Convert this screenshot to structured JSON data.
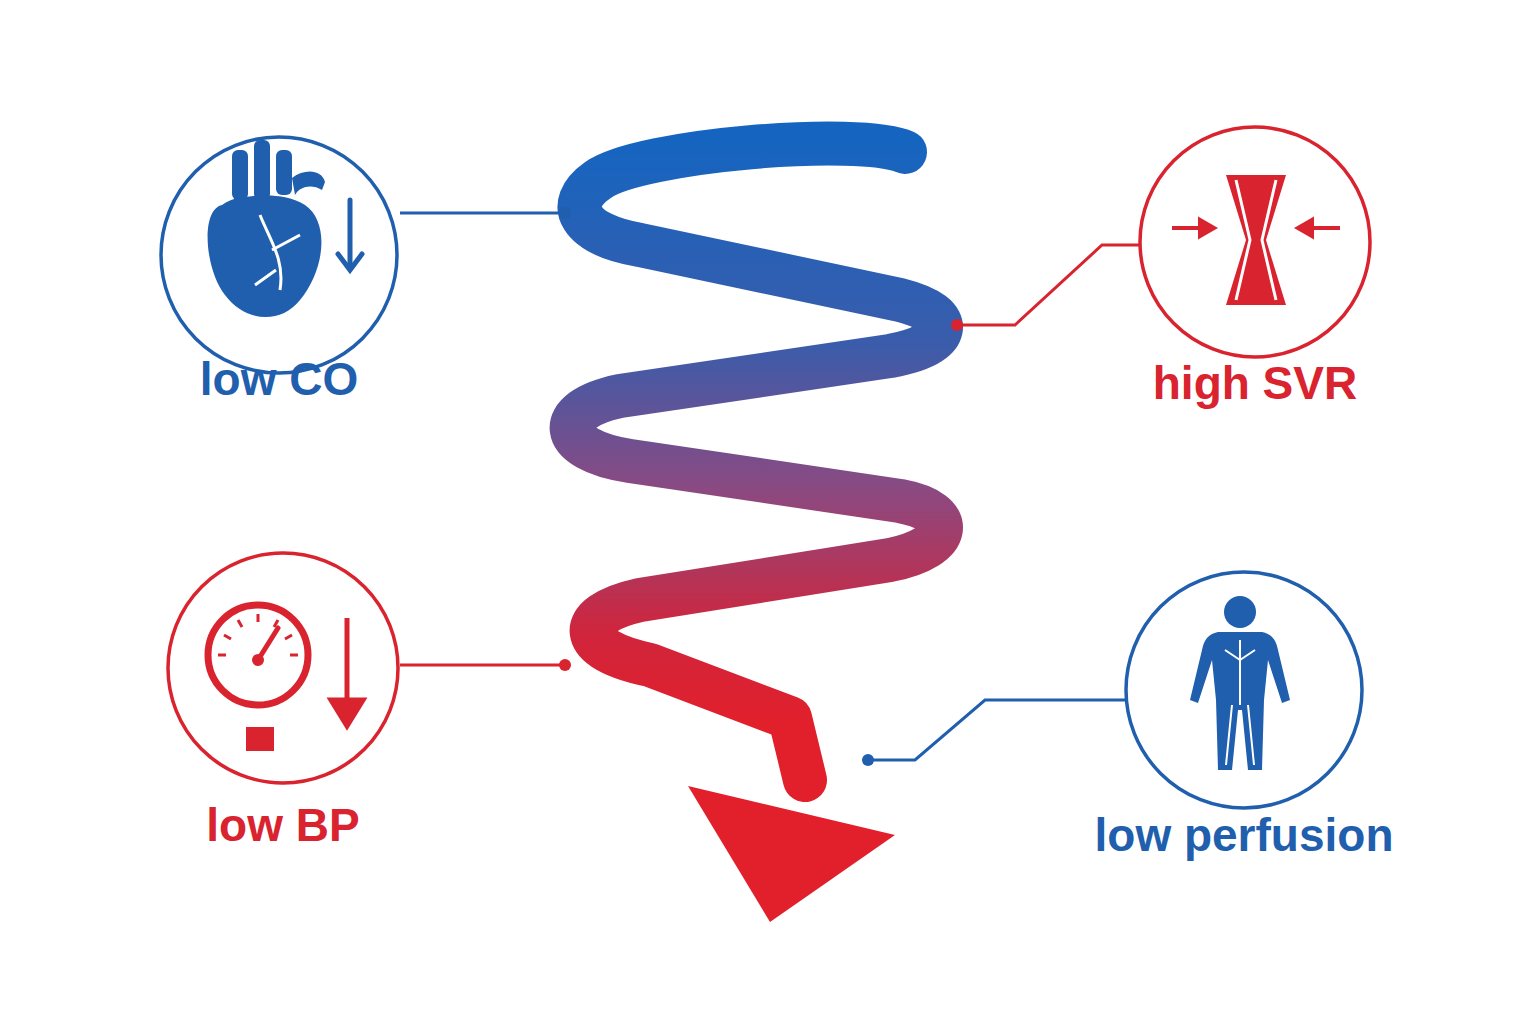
{
  "diagram": {
    "nodes": [
      {
        "text": [
          "low CO"
        ]
      },
      {
        "text": [
          "high SVR"
        ]
      },
      {
        "text": [
          "low BP"
        ]
      },
      {
        "text": [
          "low perfusion"
        ]
      }
    ]
  }
}
